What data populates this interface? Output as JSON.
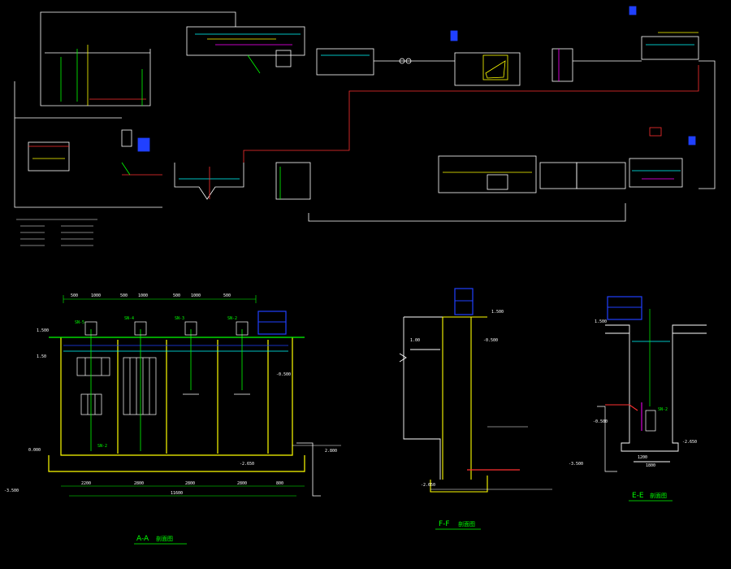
{
  "colors": {
    "background": "#000000",
    "white": "#ffffff",
    "yellow": "#ffff00",
    "green": "#00ff00",
    "cyan": "#00ffff",
    "red": "#ff3030",
    "magenta": "#ff00ff",
    "blue": "#2040ff",
    "gray": "#a0a0a0"
  },
  "sections": {
    "aa": {
      "label": "A-A",
      "suffix": "剖面图"
    },
    "ff": {
      "label": "F-F",
      "suffix": "剖面图"
    },
    "ee": {
      "label": "E-E",
      "suffix": "剖面图"
    }
  },
  "aa_equipment": [
    "SN-5",
    "SN-4",
    "SN-3",
    "SN-2"
  ],
  "aa_equipment_bottom": "SN-2",
  "ee_equipment": "SN-2",
  "aa_elevations": [
    "1.500",
    "1.50",
    "0.000",
    "-0.500",
    "-2.650",
    "-3.500",
    "2.800"
  ],
  "aa_dims_top": [
    "500",
    "1000",
    "500",
    "1000",
    "500",
    "1000",
    "500"
  ],
  "aa_dims_bottom": [
    "2200",
    "2800",
    "2800",
    "2800",
    "800"
  ],
  "aa_total_dim": "11600",
  "ff_elevations": [
    "1.500",
    "-0.500",
    "-2.650",
    "1.00"
  ],
  "ee_elevations": [
    "1.500",
    "-2.650",
    "-0.500",
    "-3.500"
  ],
  "ee_dims": [
    "1200",
    "1800"
  ]
}
